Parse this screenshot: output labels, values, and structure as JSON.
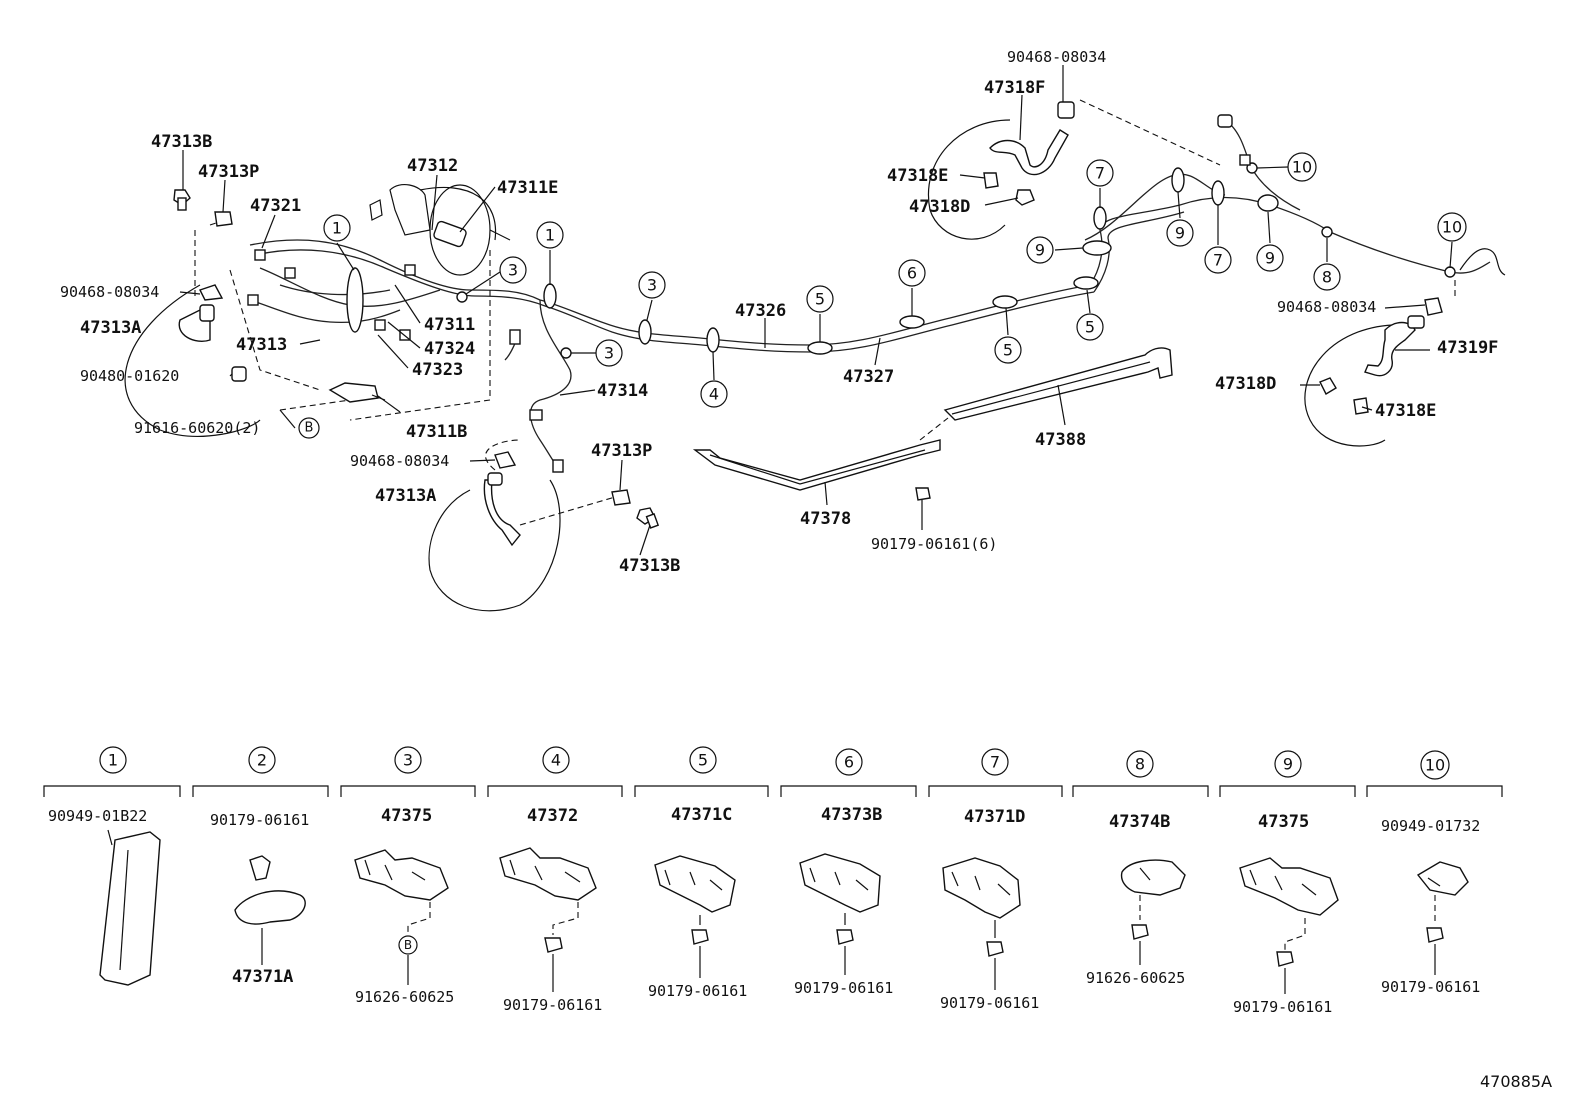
{
  "labels": {
    "p90468_08034_top": "90468-08034",
    "p47318F": "47318F",
    "p47318E_top": "47318E",
    "p47318D_top": "47318D",
    "p47313B_top": "47313B",
    "p47313P_top": "47313P",
    "p47321": "47321",
    "p47312": "47312",
    "p47311E": "47311E",
    "p90468_08034_left": "90468-08034",
    "p47313A_left": "47313A",
    "p47313": "47313",
    "p47311": "47311",
    "p47324": "47324",
    "p47323": "47323",
    "p90480_01620": "90480-01620",
    "p91616_60620": "91616-60620(2)",
    "p47311B": "47311B",
    "p47314": "47314",
    "p90468_08034_mid": "90468-08034",
    "p47313P_mid": "47313P",
    "p47313A_mid": "47313A",
    "p47313B_mid": "47313B",
    "p47326": "47326",
    "p47327": "47327",
    "p47378": "47378",
    "p90179_06161_6": "90179-06161(6)",
    "p47388": "47388",
    "p90468_08034_right": "90468-08034",
    "p47319F": "47319F",
    "p47318D_right": "47318D",
    "p47318E_right": "47318E"
  },
  "callout_letter": "B",
  "legend": [
    {
      "num": "1",
      "top": "90949-01B22",
      "bottom": ""
    },
    {
      "num": "2",
      "top": "90179-06161",
      "bottom": "47371A"
    },
    {
      "num": "3",
      "top": "47375",
      "bottom": "91626-60625"
    },
    {
      "num": "4",
      "top": "47372",
      "bottom": "90179-06161"
    },
    {
      "num": "5",
      "top": "47371C",
      "bottom": "90179-06161"
    },
    {
      "num": "6",
      "top": "47373B",
      "bottom": "90179-06161"
    },
    {
      "num": "7",
      "top": "47371D",
      "bottom": "90179-06161"
    },
    {
      "num": "8",
      "top": "47374B",
      "bottom": "91626-60625"
    },
    {
      "num": "9",
      "top": "47375",
      "bottom": "90179-06161"
    },
    {
      "num": "10",
      "top": "90949-01732",
      "bottom": "90179-06161"
    }
  ],
  "circle_numbers": {
    "c1": "1",
    "c3": "3",
    "c4": "4",
    "c5": "5",
    "c6": "6",
    "c7": "7",
    "c8": "8",
    "c9": "9",
    "c10": "10"
  },
  "figure_code": "470885A"
}
